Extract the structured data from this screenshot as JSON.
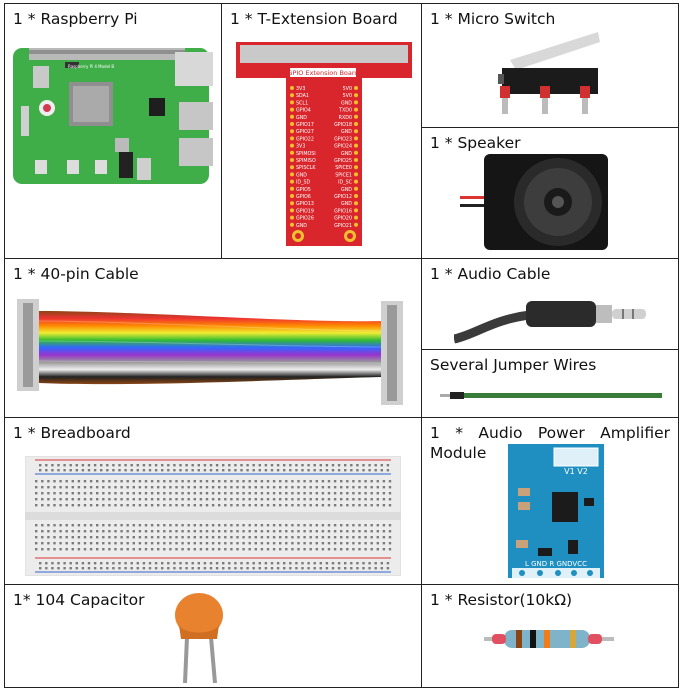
{
  "components": {
    "raspberry_pi": {
      "label": "1 * Raspberry Pi",
      "board_text": "Raspberry Pi 4 Model B"
    },
    "t_extension": {
      "label": "1 * T-Extension Board",
      "header_text": "GPIO Extension Board",
      "pins_left": [
        "3V3",
        "SDA1",
        "SCL1",
        "GPIO4",
        "GND",
        "GPIO17",
        "GPIO27",
        "GPIO22",
        "3V3",
        "SPIMOSI",
        "SPIMISO",
        "SPISCLK",
        "GND",
        "ID_SD",
        "GPIO5",
        "GPIO6",
        "GPIO13",
        "GPIO19",
        "GPIO26",
        "GND"
      ],
      "pins_right": [
        "5V0",
        "5V0",
        "GND",
        "TXD0",
        "RXD0",
        "GPIO18",
        "GND",
        "GPIO23",
        "GPIO24",
        "GND",
        "GPIO25",
        "SPICE0",
        "SPICE1",
        "ID_SC",
        "GND",
        "GPIO12",
        "GND",
        "GPIO16",
        "GPIO20",
        "GPIO21"
      ]
    },
    "micro_switch": {
      "label": "1 * Micro Switch"
    },
    "speaker": {
      "label": "1 * Speaker"
    },
    "cable_40pin": {
      "label": "1 * 40-pin Cable"
    },
    "audio_cable": {
      "label": "1 * Audio Cable"
    },
    "jumper_wires": {
      "label": "Several Jumper Wires"
    },
    "breadboard": {
      "label": "1 * Breadboard"
    },
    "amp_module": {
      "label": "1 * Audio Power Amplifier Module",
      "top_pins": "V1   V2",
      "bottom_pins": "L  GND  R  GNDVCC"
    },
    "capacitor": {
      "label": "1* 104 Capacitor"
    },
    "resistor": {
      "label": "1 * Resistor(10kΩ)"
    }
  },
  "colors": {
    "pi_board": "#3fae49",
    "ext_board": "#d9262c",
    "amp_board": "#1e8fc0",
    "capacitor": "#e9822f",
    "jumper_wire": "#3a7d3a"
  }
}
